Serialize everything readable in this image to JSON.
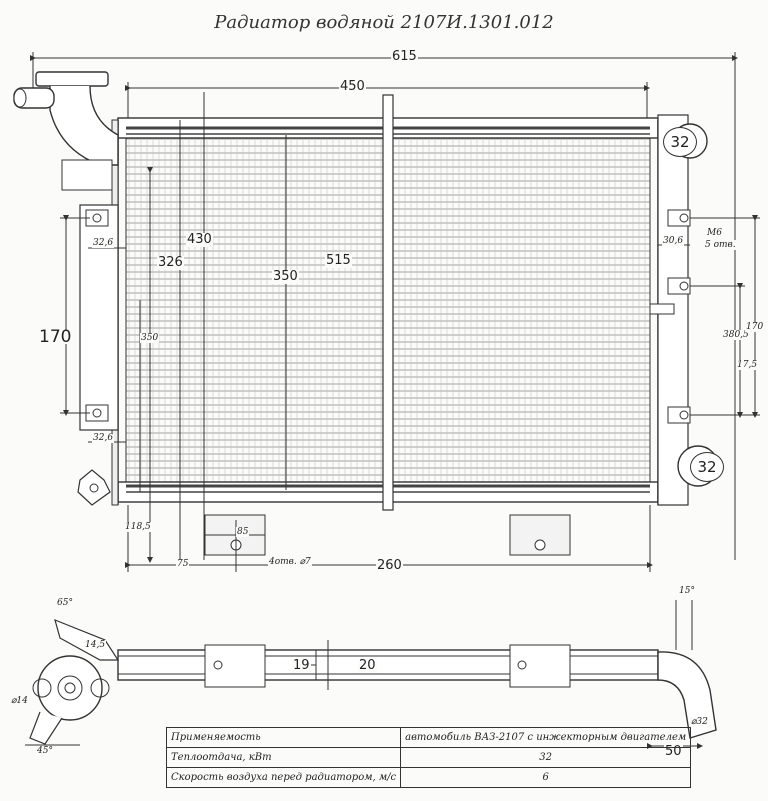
{
  "title": "Радиатор водяной 2107И.1301.012",
  "dimensions": {
    "d615": "615",
    "d450": "450",
    "d430": "430",
    "d326": "326",
    "d350": "350",
    "d515": "515",
    "d260": "260",
    "d170": "170",
    "d32_top": "32",
    "d32_bottom": "32",
    "d19": "19",
    "d20": "20",
    "d50": "50",
    "small": {
      "s32_6a": "32,6",
      "s32_6b": "32,6",
      "s30_6": "30,6",
      "m6": "M6",
      "m6_count": "5 отв.",
      "s380_5": "380,5",
      "s170r": "170",
      "s17_5": "17,5",
      "s350v": "350",
      "s118_5": "118,5",
      "s85": "85",
      "s75": "75",
      "s4holes": "4отв. ⌀7",
      "s65": "65°",
      "s45": "45°",
      "s14": "⌀14",
      "s15": "15°",
      "s32d": "⌀32",
      "s14_5": "14,5"
    }
  },
  "spec_table": {
    "rows": [
      {
        "label": "Применяемость",
        "value": "автомобиль ВАЗ-2107 с инжекторным двигателем"
      },
      {
        "label": "Теплоотдача, кВт",
        "value": "32"
      },
      {
        "label": "Скорость воздуха перед радиатором, м/с",
        "value": "6"
      }
    ]
  }
}
